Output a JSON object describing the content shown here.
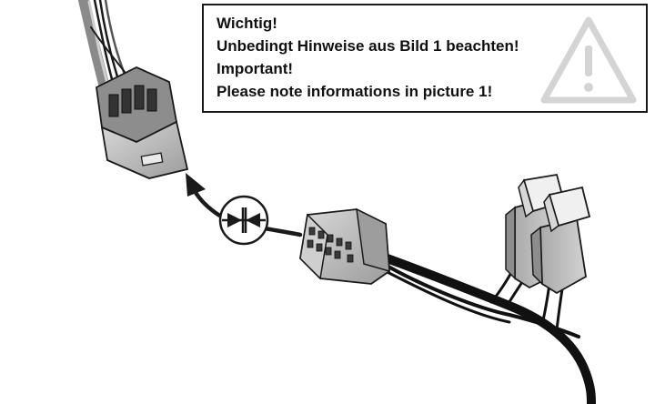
{
  "notice": {
    "lines": [
      "Wichtig!",
      "Unbedingt Hinweise aus Bild 1 beachten!",
      "Important!",
      "Please note informations in picture 1!"
    ]
  },
  "icons": {
    "warning": "warning-triangle-icon",
    "connect": "connect-symbol-icon",
    "arrow": "arrow-icon"
  },
  "colors": {
    "ink": "#1a1a1a",
    "connector_body": "#b9b9b9",
    "relay_body": "#c4c4c4",
    "relay_cap": "#eeeeee",
    "warning_outline": "#d4d4d4"
  }
}
